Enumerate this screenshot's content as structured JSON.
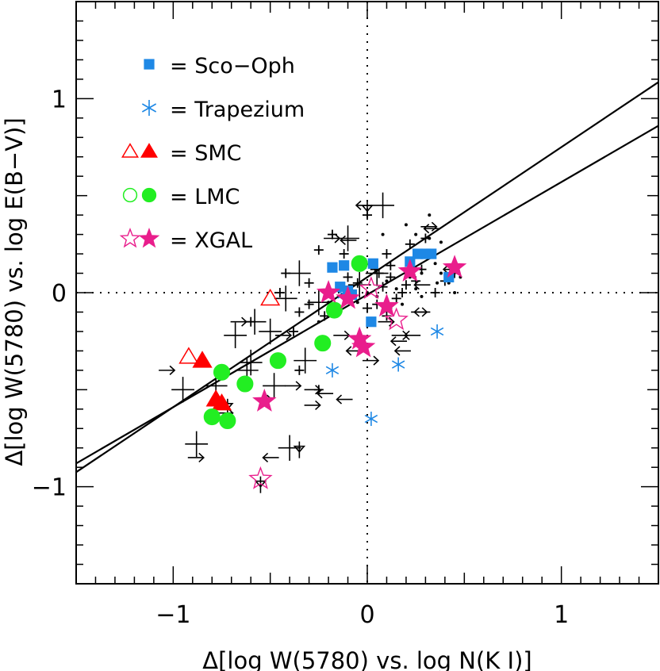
{
  "chart_data": {
    "type": "scatter",
    "title": "",
    "xlabel": "Δ[log W(5780) vs. log N(K I)]",
    "ylabel": "Δ[log W(5780) vs. log E(B−V)]",
    "xlim": [
      -1.5,
      1.5
    ],
    "ylim": [
      -1.5,
      1.5
    ],
    "x_ticks": [
      -1,
      0,
      1
    ],
    "y_ticks": [
      -1,
      0,
      1
    ],
    "x_tick_labels": [
      "−1",
      "0",
      "1"
    ],
    "y_tick_labels": [
      "−1",
      "0",
      "1"
    ],
    "grid": false,
    "legend_position": "top-left",
    "colors": {
      "sco_oph": "#1E88E5",
      "trapezium": "#1E88E5",
      "smc": "#FF0000",
      "lmc": "#22EE22",
      "xgal": "#E91E8C",
      "galactic": "#000000"
    },
    "legend": [
      {
        "key": "sco_oph",
        "label": "= Sco−Oph"
      },
      {
        "key": "trapezium",
        "label": "= Trapezium"
      },
      {
        "key": "smc",
        "label": "= SMC"
      },
      {
        "key": "lmc",
        "label": "= LMC"
      },
      {
        "key": "xgal",
        "label": "= XGAL"
      }
    ],
    "fit_lines": [
      {
        "slope": 0.67,
        "intercept": 0.08
      },
      {
        "slope": 0.58,
        "intercept": -0.01
      }
    ],
    "series": [
      {
        "key": "sco_oph",
        "marker": "square",
        "filled": true,
        "points": [
          [
            -0.08,
            -0.01
          ],
          [
            -0.14,
            0.03
          ],
          [
            -0.18,
            0.13
          ],
          [
            -0.12,
            0.14
          ],
          [
            -0.03,
            0.15
          ],
          [
            0.02,
            -0.15
          ],
          [
            0.22,
            0.16
          ],
          [
            0.26,
            0.2
          ],
          [
            0.3,
            0.2
          ],
          [
            0.33,
            0.2
          ],
          [
            0.42,
            0.08
          ],
          [
            0.03,
            0.15
          ],
          [
            -0.1,
            0.01
          ]
        ]
      },
      {
        "key": "trapezium",
        "marker": "asterisk",
        "filled": false,
        "points": [
          [
            0.36,
            -0.2
          ],
          [
            0.16,
            -0.37
          ],
          [
            -0.18,
            -0.4
          ],
          [
            0.02,
            -0.65
          ],
          [
            -0.12,
            -0.01
          ]
        ]
      },
      {
        "key": "smc",
        "marker": "triangle",
        "filled": false,
        "points": [
          [
            -0.92,
            -0.33
          ],
          [
            -0.5,
            -0.03
          ]
        ]
      },
      {
        "key": "smc",
        "marker": "triangle",
        "filled": true,
        "points": [
          [
            -0.85,
            -0.35
          ],
          [
            -0.78,
            -0.55
          ],
          [
            -0.75,
            -0.57
          ]
        ]
      },
      {
        "key": "lmc",
        "marker": "circle",
        "filled": true,
        "points": [
          [
            -0.8,
            -0.64
          ],
          [
            -0.72,
            -0.66
          ],
          [
            -0.75,
            -0.41
          ],
          [
            -0.63,
            -0.47
          ],
          [
            -0.46,
            -0.35
          ],
          [
            -0.23,
            -0.26
          ],
          [
            -0.17,
            -0.09
          ],
          [
            -0.04,
            0.15
          ]
        ]
      },
      {
        "key": "xgal",
        "marker": "star",
        "filled": false,
        "points": [
          [
            -0.55,
            -0.96
          ],
          [
            0.15,
            -0.14
          ],
          [
            0.02,
            0.02
          ]
        ]
      },
      {
        "key": "xgal",
        "marker": "star",
        "filled": true,
        "points": [
          [
            -0.53,
            -0.56
          ],
          [
            -0.2,
            0.0
          ],
          [
            -0.04,
            -0.24
          ],
          [
            -0.02,
            -0.28
          ],
          [
            0.1,
            -0.07
          ],
          [
            0.22,
            0.11
          ],
          [
            0.45,
            0.13
          ],
          [
            -0.1,
            -0.03
          ]
        ]
      },
      {
        "key": "galactic",
        "marker": "plus",
        "filled": false,
        "points": [
          [
            -0.25,
            0.22
          ],
          [
            0.04,
            0.12
          ],
          [
            0.08,
            0.03
          ],
          [
            0.12,
            0.08
          ],
          [
            0.18,
            0.0
          ],
          [
            -0.3,
            0.05
          ],
          [
            -0.35,
            -0.1
          ],
          [
            -0.42,
            0.1
          ],
          [
            0.22,
            0.25
          ],
          [
            0.3,
            0.28
          ],
          [
            0.1,
            0.2
          ],
          [
            -0.05,
            0.05
          ],
          [
            0.15,
            -0.03
          ],
          [
            0.05,
            -0.06
          ],
          [
            -0.38,
            -0.2
          ],
          [
            -0.3,
            -0.06
          ],
          [
            0.12,
            0.14
          ],
          [
            0.2,
            0.04
          ],
          [
            0.25,
            0.06
          ],
          [
            0.28,
            0.12
          ],
          [
            -0.18,
            0.3
          ],
          [
            0.0,
            0.4
          ],
          [
            -0.45,
            0.0
          ],
          [
            -0.35,
            -0.4
          ],
          [
            -0.25,
            -0.5
          ],
          [
            -0.6,
            -0.15
          ],
          [
            0.35,
            0.0
          ],
          [
            0.4,
            0.06
          ],
          [
            0.45,
            0.1
          ],
          [
            0.06,
            0.1
          ],
          [
            -0.1,
            0.08
          ],
          [
            -0.22,
            -0.12
          ],
          [
            0.0,
            -0.08
          ],
          [
            -0.12,
            0.2
          ],
          [
            0.1,
            -0.12
          ]
        ]
      },
      {
        "key": "galactic",
        "marker": "cross-error",
        "filled": false,
        "points": [
          [
            -0.68,
            -0.22
          ],
          [
            -0.58,
            -0.15
          ],
          [
            -0.42,
            -0.03
          ],
          [
            -0.5,
            -0.2
          ],
          [
            -0.32,
            -0.35
          ],
          [
            -0.88,
            -0.78
          ],
          [
            -0.95,
            -0.5
          ],
          [
            -0.25,
            -0.05
          ],
          [
            -0.35,
            0.1
          ],
          [
            0.05,
            0.1
          ],
          [
            -0.04,
            0.04
          ],
          [
            -0.6,
            -0.36
          ],
          [
            -0.78,
            -0.48
          ],
          [
            -0.62,
            -0.4
          ],
          [
            -0.1,
            0.28
          ],
          [
            0.08,
            0.45
          ],
          [
            -0.48,
            -0.48
          ],
          [
            -0.4,
            -0.8
          ]
        ]
      },
      {
        "key": "galactic",
        "marker": "limit-right",
        "filled": false,
        "points": [
          [
            -1.05,
            -0.4
          ],
          [
            -0.68,
            -0.15
          ],
          [
            -0.55,
            -0.55
          ],
          [
            -0.4,
            -0.48
          ],
          [
            -0.45,
            -0.22
          ],
          [
            -0.9,
            -0.85
          ],
          [
            0.0,
            -0.35
          ],
          [
            0.15,
            -0.22
          ],
          [
            -0.15,
            -0.22
          ],
          [
            -0.3,
            -0.5
          ],
          [
            -0.3,
            -0.58
          ],
          [
            0.3,
            0.34
          ],
          [
            0.25,
            -0.1
          ],
          [
            -0.2,
            0.28
          ],
          [
            0.08,
            -0.15
          ],
          [
            -0.75,
            -0.62
          ]
        ]
      },
      {
        "key": "galactic",
        "marker": "limit-left",
        "filled": false,
        "points": [
          [
            0.45,
            0.12
          ],
          [
            0.3,
            -0.1
          ],
          [
            0.25,
            -0.22
          ],
          [
            0.2,
            -0.3
          ],
          [
            -0.05,
            -0.3
          ],
          [
            0.18,
            -0.25
          ],
          [
            -0.48,
            -0.85
          ],
          [
            -0.2,
            -0.52
          ],
          [
            -0.1,
            -0.55
          ],
          [
            0.0,
            0.45
          ],
          [
            -0.08,
            0.27
          ],
          [
            0.3,
            0.04
          ],
          [
            0.35,
            0.33
          ]
        ]
      },
      {
        "key": "galactic",
        "marker": "limit-down",
        "filled": false,
        "points": [
          [
            -0.55,
            -1.0
          ],
          [
            -0.72,
            -0.6
          ],
          [
            0.0,
            0.42
          ],
          [
            -0.35,
            -0.82
          ]
        ]
      },
      {
        "key": "galactic",
        "marker": "dot",
        "filled": true,
        "points": [
          [
            0.25,
            0.3
          ],
          [
            0.32,
            0.28
          ],
          [
            0.38,
            0.26
          ],
          [
            0.35,
            0.15
          ],
          [
            0.38,
            0.1
          ],
          [
            0.42,
            0.05
          ],
          [
            0.45,
            0.0
          ],
          [
            0.36,
            0.05
          ],
          [
            0.25,
            0.02
          ],
          [
            0.28,
            -0.02
          ],
          [
            0.18,
            -0.06
          ],
          [
            0.15,
            0.02
          ],
          [
            0.1,
            0.06
          ],
          [
            0.05,
            -0.02
          ],
          [
            0.0,
            0.0
          ],
          [
            -0.05,
            -0.05
          ],
          [
            0.12,
            -0.08
          ],
          [
            0.22,
            0.08
          ],
          [
            0.28,
            0.1
          ],
          [
            -0.15,
            -0.08
          ],
          [
            -0.2,
            -0.05
          ],
          [
            -0.25,
            -0.15
          ],
          [
            0.32,
            0.4
          ],
          [
            0.48,
            0.08
          ],
          [
            0.2,
            0.35
          ],
          [
            0.08,
            0.3
          ]
        ]
      }
    ]
  }
}
